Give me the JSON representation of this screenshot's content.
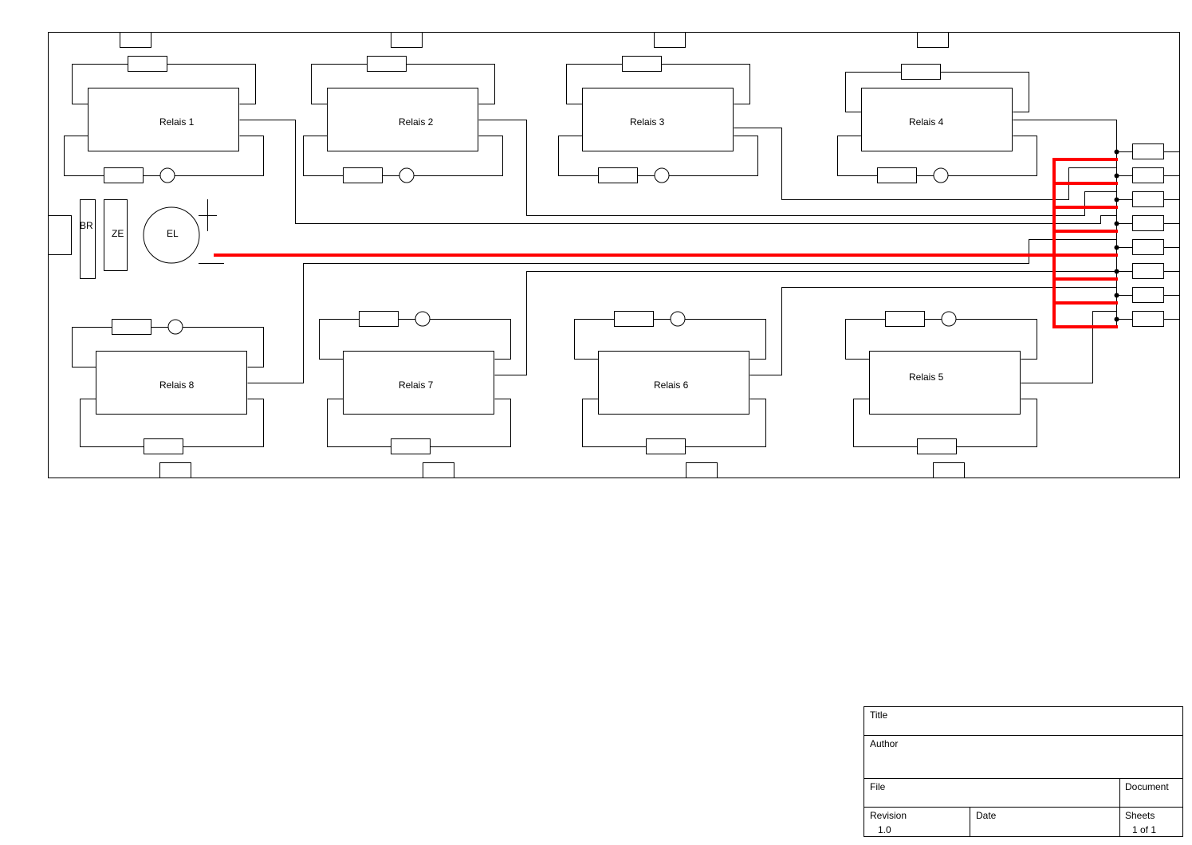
{
  "diagram": {
    "relays": [
      {
        "id": 1,
        "label": "Relais 1"
      },
      {
        "id": 2,
        "label": "Relais 2"
      },
      {
        "id": 3,
        "label": "Relais 3"
      },
      {
        "id": 4,
        "label": "Relais 4"
      },
      {
        "id": 5,
        "label": "Relais 5"
      },
      {
        "id": 6,
        "label": "Relais 6"
      },
      {
        "id": 7,
        "label": "Relais 7"
      },
      {
        "id": 8,
        "label": "Relais 8"
      }
    ],
    "components": {
      "br_label": "BR",
      "ze_label": "ZE",
      "el_label": "EL"
    },
    "colors": {
      "line": "#000000",
      "bus": "#ff0000",
      "background": "#ffffff"
    }
  },
  "title_block": {
    "title_label": "Title",
    "title_value": "",
    "author_label": "Author",
    "author_value": "",
    "file_label": "File",
    "file_value": "",
    "document_label": "Document",
    "document_value": "",
    "revision_label": "Revision",
    "revision_value": "1.0",
    "date_label": "Date",
    "date_value": "",
    "sheets_label": "Sheets",
    "sheets_value": "1 of 1"
  }
}
